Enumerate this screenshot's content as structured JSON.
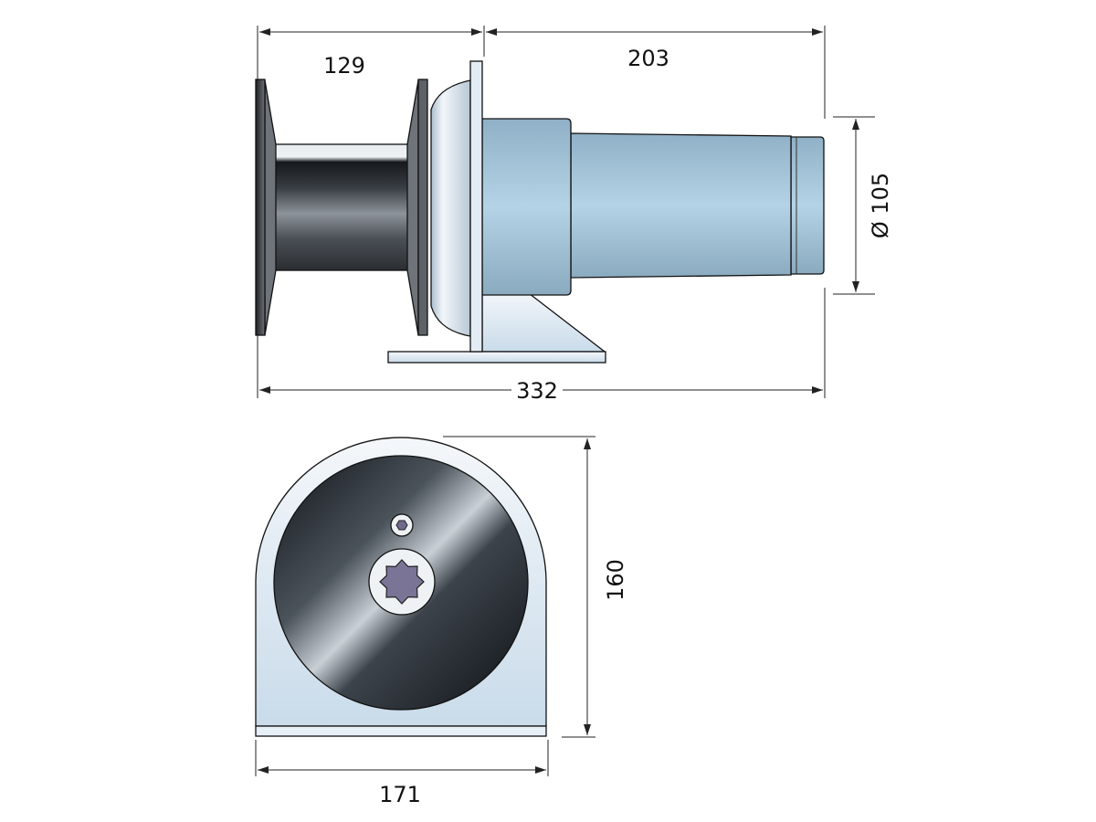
{
  "drawing": {
    "side_view": {
      "dim_drum_length": "129",
      "dim_motor_length": "203",
      "dim_overall_length": "332",
      "dim_motor_diameter": "Ø 105"
    },
    "front_view": {
      "dim_height": "160",
      "dim_width": "171"
    },
    "colors": {
      "motor": "#a9c8dc",
      "bracket": "#dde8f2",
      "drum_dark": "#1c1f24",
      "spline": "#7a7496"
    }
  }
}
